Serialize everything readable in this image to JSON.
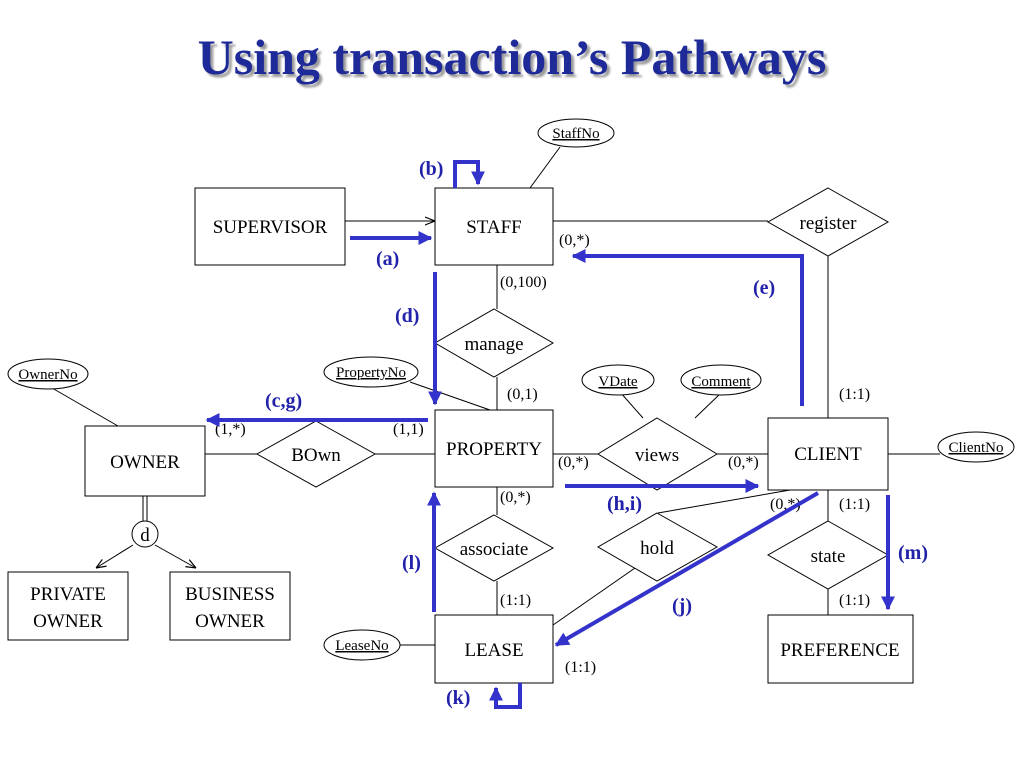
{
  "title": "Using transaction’s Pathways",
  "entities": {
    "supervisor": "SUPERVISOR",
    "staff": "STAFF",
    "property": "PROPERTY",
    "client": "CLIENT",
    "owner": "OWNER",
    "lease": "LEASE",
    "preference": "PREFERENCE",
    "private_owner": [
      "PRIVATE",
      "OWNER"
    ],
    "business_owner": [
      "BUSINESS",
      "OWNER"
    ]
  },
  "relationships": {
    "register": "register",
    "manage": "manage",
    "views": "views",
    "bown": "BOwn",
    "associate": "associate",
    "hold": "hold",
    "state": "state",
    "disjoint": "d"
  },
  "attributes": {
    "staff_no": "StaffNo",
    "owner_no": "OwnerNo",
    "property_no": "PropertyNo",
    "vdate": "VDate",
    "comment": "Comment",
    "client_no": "ClientNo",
    "lease_no": "LeaseNo"
  },
  "cardinalities": {
    "staff_register": "(0,*)",
    "staff_manage": "(0,100)",
    "property_manage": "(0,1)",
    "client_register": "(1:1)",
    "owner_bown": "(1,*)",
    "property_bown": "(1,1)",
    "property_views": "(0,*)",
    "client_views": "(0,*)",
    "property_associate": "(0,*)",
    "client_hold": "(0,*)",
    "client_state": "(1:1)",
    "lease_associate": "(1:1)",
    "preference_state": "(1:1)",
    "lease_hold": "(1:1)"
  },
  "pathway_labels": {
    "a": "(a)",
    "b": "(b)",
    "cg": "(c,g)",
    "d": "(d)",
    "e": "(e)",
    "hi": "(h,i)",
    "j": "(j)",
    "k": "(k)",
    "l": "(l)",
    "m": "(m)"
  },
  "colors": {
    "title": "#1f2a99",
    "pathway": "#3333cc",
    "pathway_label": "#2222aa"
  }
}
